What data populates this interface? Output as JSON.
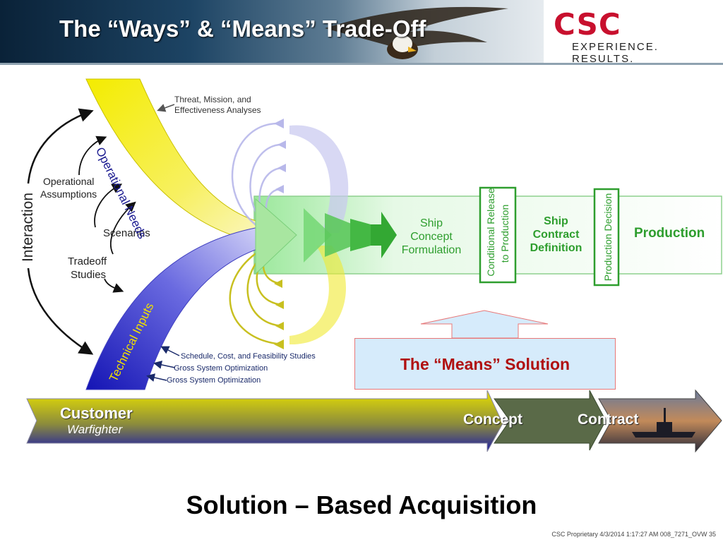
{
  "header": {
    "title": "The  “Ways” & “Means” Trade-Off",
    "logo_text": "CSC",
    "tagline": "EXPERIENCE. RESULTS."
  },
  "diagram": {
    "interaction": "Interaction",
    "operational_assumptions": [
      "Operational",
      "Assumptions"
    ],
    "scenarios": "Scenarios",
    "tradeoff_studies": [
      "Tradeoff",
      "Studies"
    ],
    "operational_needs": "Operational Needs",
    "technical_inputs": "Technical Inputs",
    "threat_analyses": [
      "Threat, Mission, and",
      "Effectiveness Analyses"
    ],
    "schedule_studies": "Schedule, Cost, and Feasibility Studies",
    "gross_optimization_1": "Gross System Optimization",
    "gross_optimization_2": "Gross System Optimization",
    "ship_concept": [
      "Ship",
      "Concept",
      "Formulation"
    ],
    "conditional_release": [
      "Conditional Release",
      "to Production"
    ],
    "ship_contract": [
      "Ship",
      "Contract",
      "Definition"
    ],
    "production_decision": "Production Decision",
    "production": "Production",
    "means_solution": "The “Means” Solution",
    "customer": "Customer",
    "warfighter": "Warfighter",
    "concept": "Concept",
    "contract": "Contract"
  },
  "footer": {
    "title": "Solution – Based Acquisition",
    "note": "CSC Proprietary 4/3/2014 1:17:27 AM 008_7271_OVW  35"
  },
  "colors": {
    "green": "#2e9e2e",
    "red_text": "#b01010",
    "yellow": "#f2e600",
    "blue": "#1a1ab0"
  }
}
